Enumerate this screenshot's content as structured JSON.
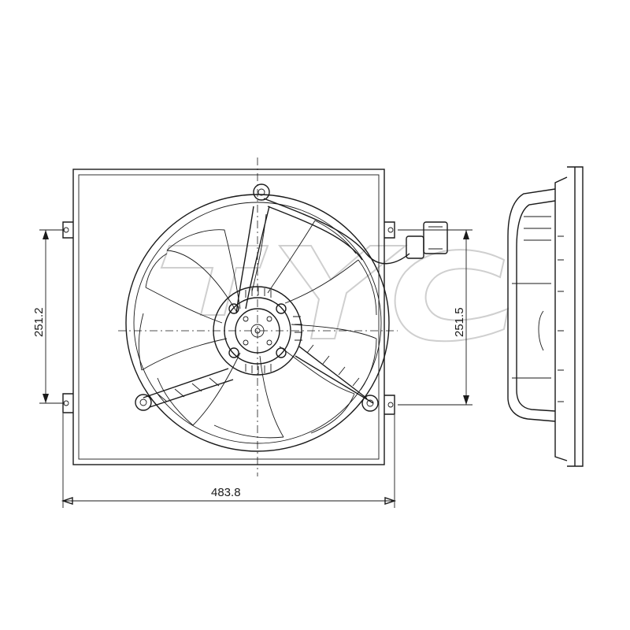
{
  "dimensions": {
    "width": "483.8",
    "left_height": "251.2",
    "right_height": "251.5"
  },
  "watermark": {
    "logo": "TYC",
    "color": "#cfcfcf"
  },
  "line_color": "#1a1a1a"
}
